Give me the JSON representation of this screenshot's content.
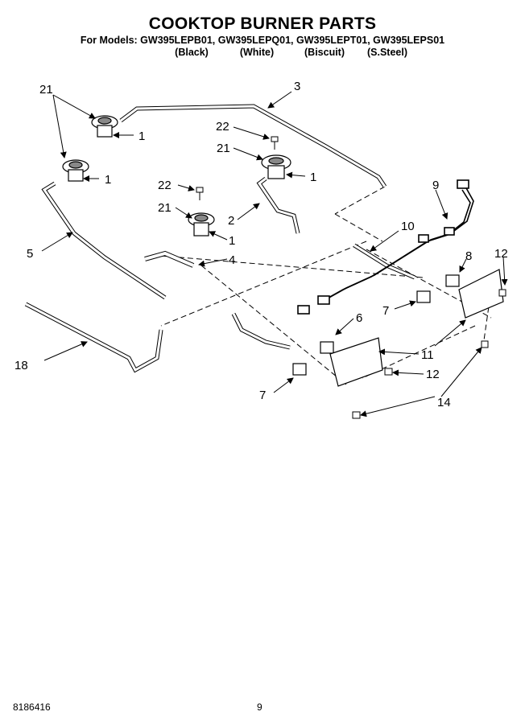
{
  "header": {
    "title": "COOKTOP BURNER PARTS",
    "models": "For Models: GW395LEPB01, GW395LEPQ01, GW395LEPT01, GW395LEPS01",
    "variants": [
      "(Black)",
      "(White)",
      "(Biscuit)",
      "(S.Steel)"
    ]
  },
  "callouts": {
    "n1": "1",
    "n2": "2",
    "n3": "3",
    "n4": "4",
    "n5": "5",
    "n6": "6",
    "n7": "7",
    "n8": "8",
    "n9": "9",
    "n10": "10",
    "n11": "11",
    "n12": "12",
    "n14": "14",
    "n18": "18",
    "n21": "21",
    "n22": "22"
  },
  "footer": {
    "doc_number": "8186416",
    "page_number": "9"
  }
}
